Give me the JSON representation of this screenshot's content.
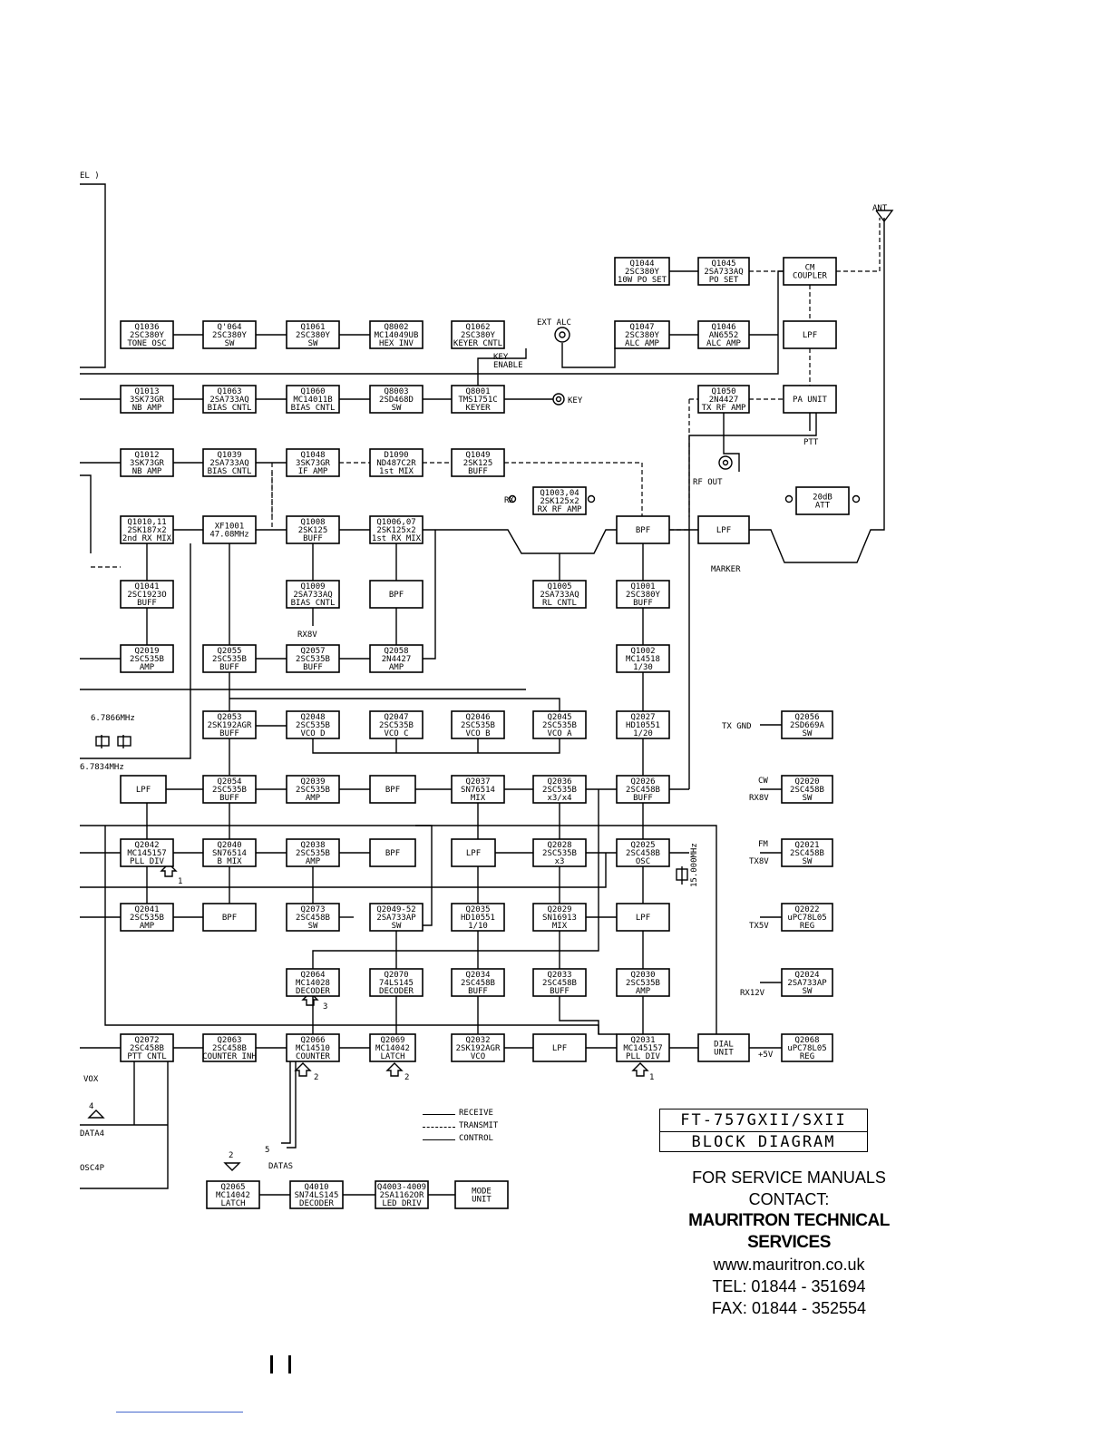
{
  "diagram": {
    "blocks": [
      {
        "id": "q1044",
        "lines": [
          "Q1044",
          "2SC380Y",
          "10W PO SET"
        ]
      },
      {
        "id": "q1045",
        "lines": [
          "Q1045",
          "2SA733AQ",
          "PO SET"
        ]
      },
      {
        "id": "cm",
        "lines": [
          "CM",
          "COUPLER"
        ]
      },
      {
        "id": "lpf_ant",
        "lines": [
          "LPF"
        ]
      },
      {
        "id": "q1036",
        "lines": [
          "Q1036",
          "2SC380Y",
          "TONE OSC"
        ]
      },
      {
        "id": "q1064",
        "lines": [
          "Q'064",
          "2SC380Y",
          "SW"
        ]
      },
      {
        "id": "q1061",
        "lines": [
          "Q1061",
          "2SC380Y",
          "SW"
        ]
      },
      {
        "id": "q8002",
        "lines": [
          "Q8002",
          "MC14049UB",
          "HEX INV"
        ]
      },
      {
        "id": "q1062",
        "lines": [
          "Q1062",
          "2SC380Y",
          "KEYER CNTL"
        ]
      },
      {
        "id": "q1047",
        "lines": [
          "Q1047",
          "2SC380Y",
          "ALC AMP"
        ]
      },
      {
        "id": "q1046",
        "lines": [
          "Q1046",
          "AN6552",
          "ALC AMP"
        ]
      },
      {
        "id": "q1013",
        "lines": [
          "Q1013",
          "3SK73GR",
          "NB AMP"
        ]
      },
      {
        "id": "q1063",
        "lines": [
          "Q1063",
          "2SA733AQ",
          "BIAS CNTL"
        ]
      },
      {
        "id": "q1060",
        "lines": [
          "Q1060",
          "MC14011B",
          "BIAS CNTL"
        ]
      },
      {
        "id": "q8003",
        "lines": [
          "Q8003",
          "2SD468D",
          "SW"
        ]
      },
      {
        "id": "q8001",
        "lines": [
          "Q8001",
          "TMS1751C",
          "KEYER"
        ]
      },
      {
        "id": "q1050",
        "lines": [
          "Q1050",
          "2N4427",
          "TX RF AMP"
        ]
      },
      {
        "id": "pa",
        "lines": [
          "PA UNIT"
        ]
      },
      {
        "id": "q1012",
        "lines": [
          "Q1012",
          "3SK73GR",
          "NB AMP"
        ]
      },
      {
        "id": "q1039",
        "lines": [
          "Q1039",
          "2SA733AQ",
          "BIAS CNTL"
        ]
      },
      {
        "id": "q1048",
        "lines": [
          "Q1048",
          "3SK73GR",
          "IF AMP"
        ]
      },
      {
        "id": "d1090",
        "lines": [
          "D1090",
          "ND487C2R",
          "1st MIX"
        ]
      },
      {
        "id": "q1049",
        "lines": [
          "Q1049",
          "2SK125",
          "BUFF"
        ]
      },
      {
        "id": "q1003",
        "lines": [
          "Q1003,04",
          "2SK125x2",
          "RX RF AMP"
        ]
      },
      {
        "id": "att",
        "lines": [
          "20dB",
          "ATT"
        ]
      },
      {
        "id": "q1010",
        "lines": [
          "Q1010,11",
          "2SK187x2",
          "2nd RX MIX"
        ]
      },
      {
        "id": "xf1001",
        "lines": [
          "XF1001",
          "47.08MHz"
        ]
      },
      {
        "id": "q1008",
        "lines": [
          "Q1008",
          "2SK125",
          "BUFF"
        ]
      },
      {
        "id": "q1006",
        "lines": [
          "Q1006,07",
          "2SK125x2",
          "1st RX MIX"
        ]
      },
      {
        "id": "bpf_rx",
        "lines": [
          "BPF"
        ]
      },
      {
        "id": "lpf_rx",
        "lines": [
          "LPF"
        ]
      },
      {
        "id": "q1041",
        "lines": [
          "Q1041",
          "2SC1923O",
          "BUFF"
        ]
      },
      {
        "id": "q1009",
        "lines": [
          "Q1009",
          "2SA733AQ",
          "BIAS CNTL"
        ]
      },
      {
        "id": "bpf_1006",
        "lines": [
          "BPF"
        ]
      },
      {
        "id": "q1005",
        "lines": [
          "Q1005",
          "2SA733AQ",
          "RL CNTL"
        ]
      },
      {
        "id": "q1001",
        "lines": [
          "Q1001",
          "2SC380Y",
          "BUFF"
        ]
      },
      {
        "id": "q2019",
        "lines": [
          "Q2019",
          "2SC535B",
          "AMP"
        ]
      },
      {
        "id": "q2055",
        "lines": [
          "Q2055",
          "2SC535B",
          "BUFF"
        ]
      },
      {
        "id": "q2057",
        "lines": [
          "Q2057",
          "2SC535B",
          "BUFF"
        ]
      },
      {
        "id": "q2058",
        "lines": [
          "Q2058",
          "2N4427",
          "AMP"
        ]
      },
      {
        "id": "q1002",
        "lines": [
          "Q1002",
          "MC14518",
          "1/30"
        ]
      },
      {
        "id": "q2053",
        "lines": [
          "Q2053",
          "2SK192AGR",
          "BUFF"
        ]
      },
      {
        "id": "q2048",
        "lines": [
          "Q2048",
          "2SC535B",
          "VCO D"
        ]
      },
      {
        "id": "q2047",
        "lines": [
          "Q2047",
          "2SC535B",
          "VCO C"
        ]
      },
      {
        "id": "q2046",
        "lines": [
          "Q2046",
          "2SC535B",
          "VCO B"
        ]
      },
      {
        "id": "q2045",
        "lines": [
          "Q2045",
          "2SC535B",
          "VCO A"
        ]
      },
      {
        "id": "q2027",
        "lines": [
          "Q2027",
          "HD10551",
          "1/20"
        ]
      },
      {
        "id": "q2056",
        "lines": [
          "Q2056",
          "2SD669A",
          "SW"
        ]
      },
      {
        "id": "lpf_l",
        "lines": [
          "LPF"
        ]
      },
      {
        "id": "q2054",
        "lines": [
          "Q2054",
          "2SC535B",
          "BUFF"
        ]
      },
      {
        "id": "q2039",
        "lines": [
          "Q2039",
          "2SC535B",
          "AMP"
        ]
      },
      {
        "id": "bpf_2039",
        "lines": [
          "BPF"
        ]
      },
      {
        "id": "q2037",
        "lines": [
          "Q2037",
          "SN76514",
          "MIX"
        ]
      },
      {
        "id": "q2036",
        "lines": [
          "Q2036",
          "2SC535B",
          "x3/x4"
        ]
      },
      {
        "id": "q2026",
        "lines": [
          "Q2026",
          "2SC458B",
          "BUFF"
        ]
      },
      {
        "id": "q2020",
        "lines": [
          "Q2020",
          "2SC458B",
          "SW"
        ]
      },
      {
        "id": "q2042",
        "lines": [
          "Q2042",
          "MC145157",
          "PLL DIV"
        ]
      },
      {
        "id": "q2040",
        "lines": [
          "Q2040",
          "SN76514",
          "B MIX"
        ]
      },
      {
        "id": "q2038",
        "lines": [
          "Q2038",
          "2SC535B",
          "AMP"
        ]
      },
      {
        "id": "bpf_2038",
        "lines": [
          "BPF"
        ]
      },
      {
        "id": "lpf_2028",
        "lines": [
          "LPF"
        ]
      },
      {
        "id": "q2028",
        "lines": [
          "Q2028",
          "2SC535B",
          "x3"
        ]
      },
      {
        "id": "q2025",
        "lines": [
          "Q2025",
          "2SC458B",
          "OSC"
        ]
      },
      {
        "id": "q2021",
        "lines": [
          "Q2021",
          "2SC458B",
          "SW"
        ]
      },
      {
        "id": "q2041",
        "lines": [
          "Q2041",
          "2SC535B",
          "AMP"
        ]
      },
      {
        "id": "bpf_2041",
        "lines": [
          "BPF"
        ]
      },
      {
        "id": "q2073",
        "lines": [
          "Q2073",
          "2SC458B",
          "SW"
        ]
      },
      {
        "id": "q2049",
        "lines": [
          "Q2049-52",
          "2SA733AP",
          "SW"
        ]
      },
      {
        "id": "q2035",
        "lines": [
          "Q2035",
          "HD10551",
          "1/10"
        ]
      },
      {
        "id": "q2029",
        "lines": [
          "Q2029",
          "SN16913",
          "MIX"
        ]
      },
      {
        "id": "lpf_2029",
        "lines": [
          "LPF"
        ]
      },
      {
        "id": "q2022",
        "lines": [
          "Q2022",
          "uPC78L05",
          "REG"
        ]
      },
      {
        "id": "q2064",
        "lines": [
          "Q2064",
          "MC14028",
          "DECODER"
        ]
      },
      {
        "id": "q2070",
        "lines": [
          "Q2070",
          "74LS145",
          "DECODER"
        ]
      },
      {
        "id": "q2034",
        "lines": [
          "Q2034",
          "2SC458B",
          "BUFF"
        ]
      },
      {
        "id": "q2033",
        "lines": [
          "Q2033",
          "2SC458B",
          "BUFF"
        ]
      },
      {
        "id": "q2030",
        "lines": [
          "Q2030",
          "2SC535B",
          "AMP"
        ]
      },
      {
        "id": "q2024",
        "lines": [
          "Q2024",
          "2SA733AP",
          "SW"
        ]
      },
      {
        "id": "q2072",
        "lines": [
          "Q2072",
          "2SC458B",
          "PTT CNTL"
        ]
      },
      {
        "id": "q2063",
        "lines": [
          "Q2063",
          "2SC458B",
          "COUNTER INH"
        ]
      },
      {
        "id": "q2066",
        "lines": [
          "Q2066",
          "MC14510",
          "COUNTER"
        ]
      },
      {
        "id": "q2069",
        "lines": [
          "Q2069",
          "MC14042",
          "LATCH"
        ]
      },
      {
        "id": "q2032",
        "lines": [
          "Q2032",
          "2SK192AGR",
          "VCO"
        ]
      },
      {
        "id": "lpf_2032",
        "lines": [
          "LPF"
        ]
      },
      {
        "id": "q2031",
        "lines": [
          "Q2031",
          "MC145157",
          "PLL DIV"
        ]
      },
      {
        "id": "dial",
        "lines": [
          "DIAL",
          "UNIT"
        ]
      },
      {
        "id": "q2068",
        "lines": [
          "Q2068",
          "uPC78L05",
          "REG"
        ]
      },
      {
        "id": "q2065",
        "lines": [
          "Q2065",
          "MC14042",
          "LATCH"
        ]
      },
      {
        "id": "q4010",
        "lines": [
          "Q4010",
          "SN74LS145",
          "DECODER"
        ]
      },
      {
        "id": "q4003",
        "lines": [
          "Q4003-4009",
          "2SA1162OR",
          "LED DRIV"
        ]
      },
      {
        "id": "mode",
        "lines": [
          "MODE",
          "UNIT"
        ]
      }
    ],
    "labels": {
      "ant": "ANT",
      "ext_alc": "EXT ALC",
      "key_enable_1": "KEY",
      "key_enable_2": "ENABLE",
      "key": "KEY",
      "ptt": "PTT",
      "rf_out": "RF OUT",
      "rx": "RX",
      "marker": "MARKER",
      "rx8v": "RX8V",
      "f1": "6.7866MHz",
      "f2": "6.7834MHz",
      "tx_gnd": "TX GND",
      "cw": "CW",
      "rx8v_2": "RX8V",
      "fm": "FM",
      "tx8v": "TX8V",
      "tx5v": "TX5V",
      "rx12v": "RX12V",
      "plus5v": "+5V",
      "xtal": "15.000MHz",
      "vox": "VOX",
      "data4": "DATA4",
      "osc4p": "OSC4P",
      "datas": "DATAS",
      "n1a": "1",
      "n1b": "1",
      "n2a": "2",
      "n2b": "2",
      "n2c": "2",
      "n3": "3",
      "n4": "4",
      "n5": "5",
      "el": "EL )"
    }
  },
  "legend": {
    "receive": "RECEIVE",
    "transmit": "TRANSMIT",
    "control": "CONTROL"
  },
  "title": {
    "model": "FT-757GXII/SXII",
    "name": "BLOCK DIAGRAM"
  },
  "contact": {
    "line1": "FOR SERVICE MANUALS",
    "line2": "CONTACT:",
    "company": "MAURITRON TECHNICAL SERVICES",
    "web": "www.mauritron.co.uk",
    "tel": "TEL: 01844 - 351694",
    "fax": "FAX: 01844 - 352554"
  }
}
